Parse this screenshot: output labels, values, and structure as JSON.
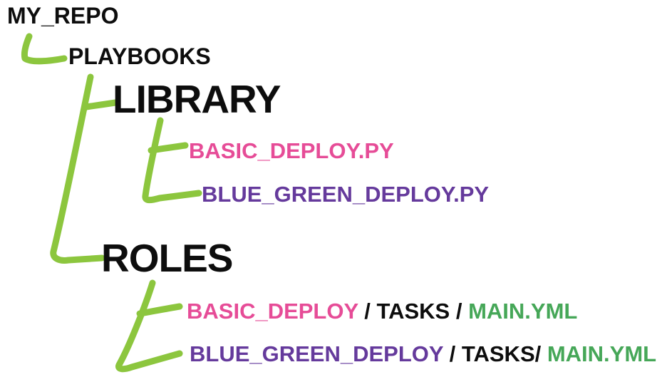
{
  "colors": {
    "background": "#ffffff",
    "text": "#0d0d0d",
    "pink": "#e64c97",
    "purple": "#653a9c",
    "green": "#46a758",
    "line_green": "#8cc63e"
  },
  "tree": {
    "root_label": "MY_REPO",
    "playbooks_label": "PLAYBOOKS",
    "library": {
      "label": "LIBRARY",
      "files": [
        {
          "name": "BASIC_DEPLOY.PY",
          "color": "pink"
        },
        {
          "name": "BLUE_GREEN_DEPLOY.PY",
          "color": "purple"
        }
      ]
    },
    "roles": {
      "label": "ROLES",
      "paths": [
        {
          "role": "BASIC_DEPLOY",
          "role_color": "pink",
          "separator": " / TASKS / ",
          "separator_color": "text",
          "file": "MAIN.YML",
          "file_color": "green"
        },
        {
          "role": "BLUE_GREEN_DEPLOY",
          "role_color": "purple",
          "separator": " / TASKS/ ",
          "separator_color": "text",
          "file": "MAIN.YML",
          "file_color": "green"
        }
      ]
    }
  }
}
